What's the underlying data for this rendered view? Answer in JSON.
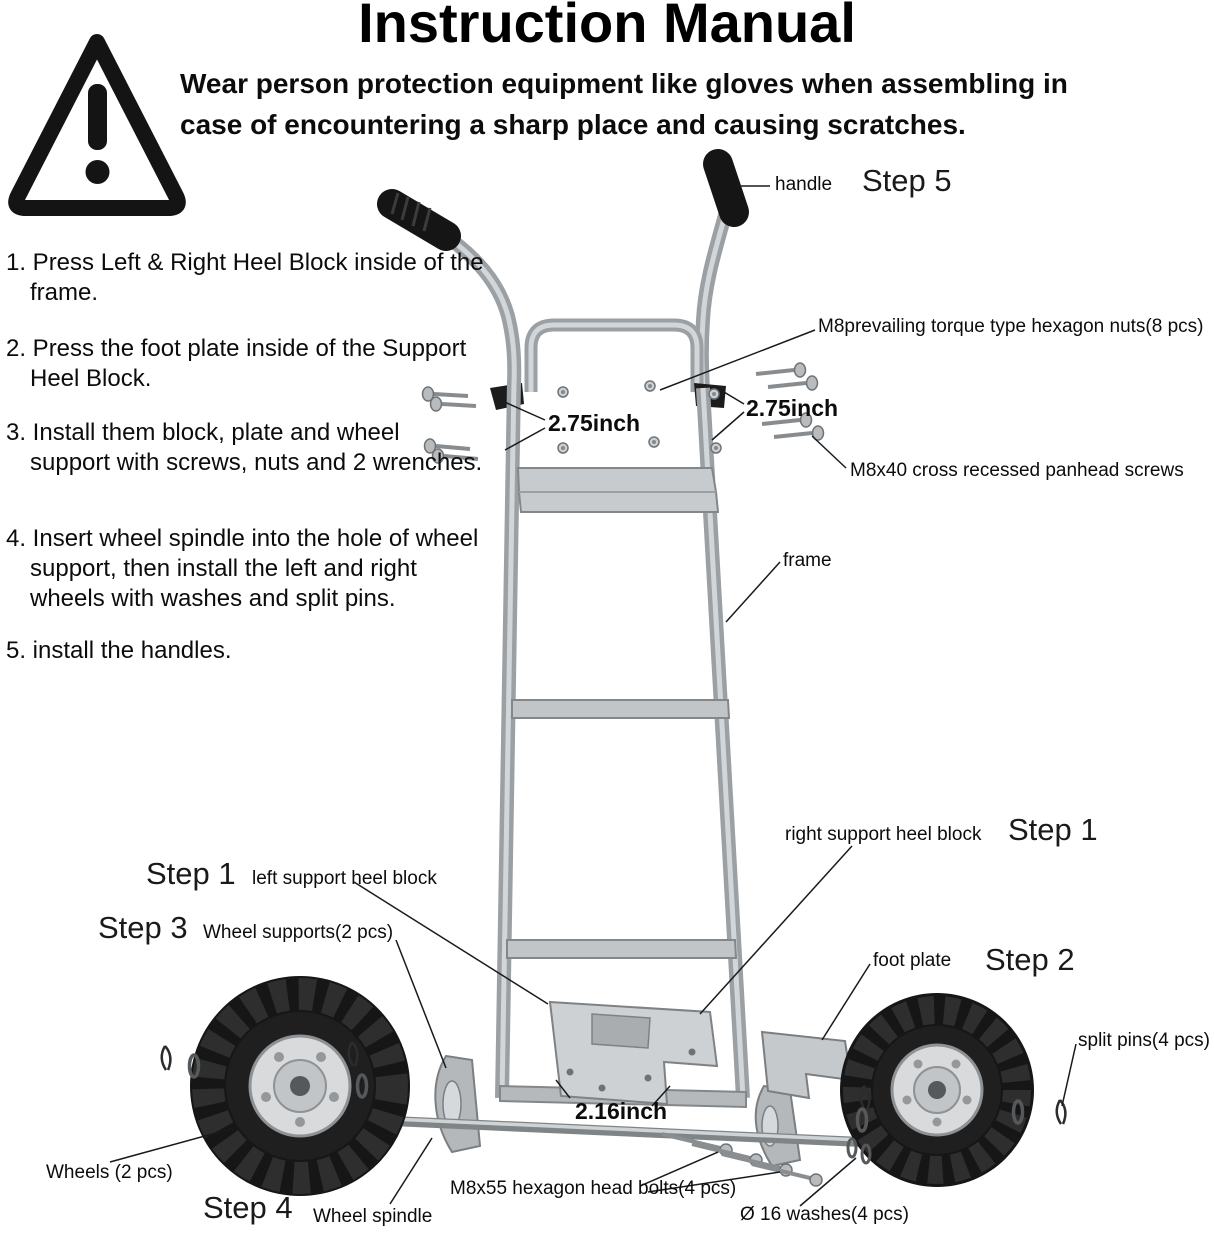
{
  "title": "Instruction Manual",
  "warning_text": "Wear person protection equipment like gloves when assembling in case of encountering a sharp place and causing scratches.",
  "instructions": [
    {
      "text": "1. Press Left & Right Heel Block inside of the frame."
    },
    {
      "text": "2. Press the foot plate inside of the Support Heel Block."
    },
    {
      "text": "3. Install them block, plate and wheel support with screws, nuts and 2 wrenches."
    },
    {
      "text": "4. Insert wheel spindle into the hole of wheel support, then install the left and right wheels with washes and split pins."
    },
    {
      "text": "5. install the handles."
    }
  ],
  "steps": {
    "step1": "Step 1",
    "step2": "Step 2",
    "step3": "Step 3",
    "step4": "Step 4",
    "step5": "Step 5"
  },
  "labels": {
    "handle": "handle",
    "hex_nuts": "M8prevailing torque type hexagon nuts(8 pcs)",
    "dim_left": "2.75inch",
    "dim_right": "2.75inch",
    "panhead_screws": "M8x40 cross recessed panhead screws",
    "frame": "frame",
    "right_heel_block": "right support heel block",
    "left_heel_block": "left support heel block",
    "wheel_supports": "Wheel supports(2 pcs)",
    "foot_plate": "foot plate",
    "split_pins": "split pins(4 pcs)",
    "dim_bottom": "2.16inch",
    "wheels": "Wheels (2 pcs)",
    "wheel_spindle": "Wheel spindle",
    "hex_bolts": "M8x55 hexagon head bolts(4 pcs)",
    "washers": "Ø 16 washes(4 pcs)"
  }
}
